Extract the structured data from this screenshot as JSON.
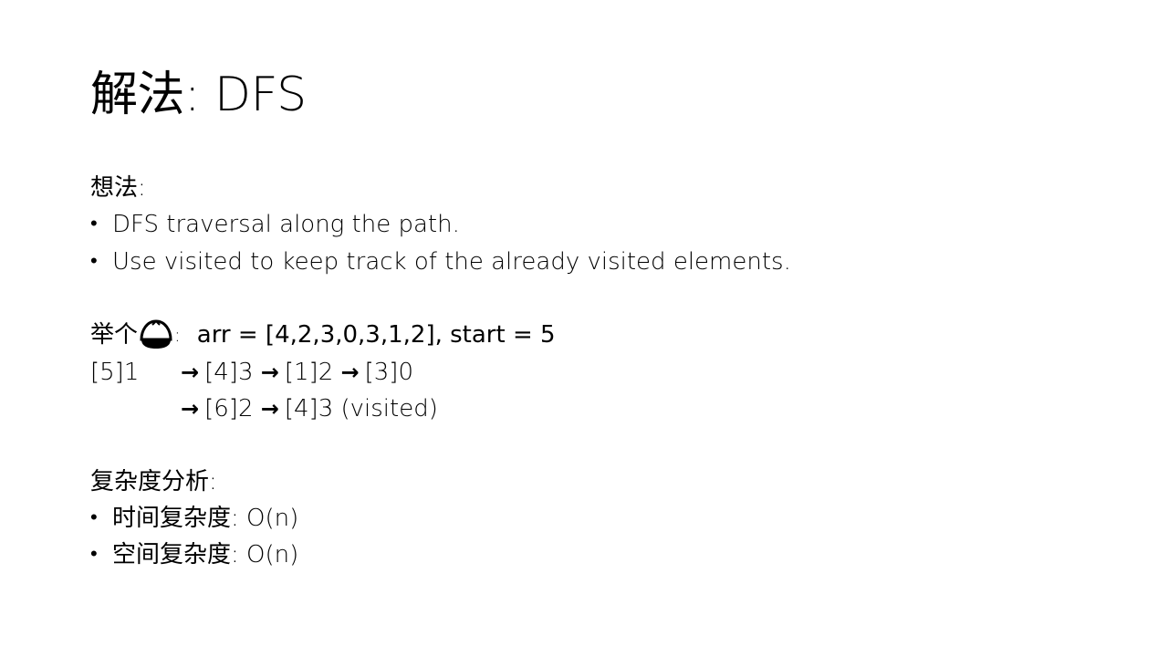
{
  "slide": {
    "title": "解法: DFS",
    "idea": {
      "heading": "想法:",
      "bullets": [
        "DFS traversal along the path.",
        "Use visited to keep track of the already visited elements."
      ]
    },
    "example": {
      "label": "举个",
      "icon": "chestnut-icon",
      "colon": ":",
      "code": "arr = [4,2,3,0,3,1,2], start = 5",
      "trace_start": "[5]1",
      "arrow_glyph": "→",
      "trace_line1": [
        "[4]3",
        "[1]2",
        "[3]0"
      ],
      "trace_line2": [
        "[6]2",
        "[4]3 (visited)"
      ]
    },
    "complexity": {
      "heading": "复杂度分析:",
      "bullets": [
        "时间复杂度: O(n)",
        "空间复杂度: O(n)"
      ]
    },
    "bullet_glyph": "•"
  }
}
